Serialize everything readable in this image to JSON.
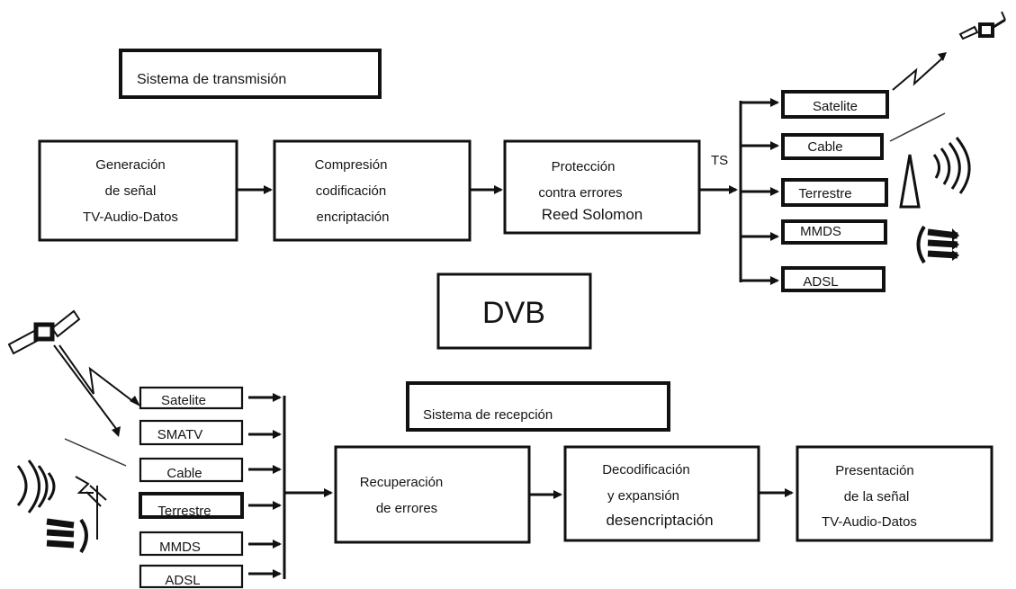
{
  "title": "DVB",
  "transmission": {
    "header": "Sistema de transmisión",
    "generation": [
      "Generación",
      "de señal",
      "TV-Audio-Datos"
    ],
    "compression": [
      "Compresión",
      "codificación",
      "encriptación"
    ],
    "protection": [
      "Protección",
      "contra errores",
      "Reed Solomon"
    ],
    "ts_label": "TS",
    "outputs": [
      "Satelite",
      "Cable",
      "Terrestre",
      "MMDS",
      "ADSL"
    ]
  },
  "reception": {
    "header": "Sistema de recepción",
    "inputs": [
      "Satelite",
      "SMATV",
      "Cable",
      "Terrestre",
      "MMDS",
      "ADSL"
    ],
    "error_recovery": [
      "Recuperación",
      "de errores"
    ],
    "decoding": [
      "Decodificación",
      "y expansión",
      "desencriptación"
    ],
    "presentation": [
      "Presentación",
      "de la señal",
      "TV-Audio-Datos"
    ]
  },
  "icons": [
    "satellite-icon",
    "lightning-link-icon",
    "broadcast-waves-icon",
    "antenna-icon",
    "mmds-dish-icon"
  ]
}
